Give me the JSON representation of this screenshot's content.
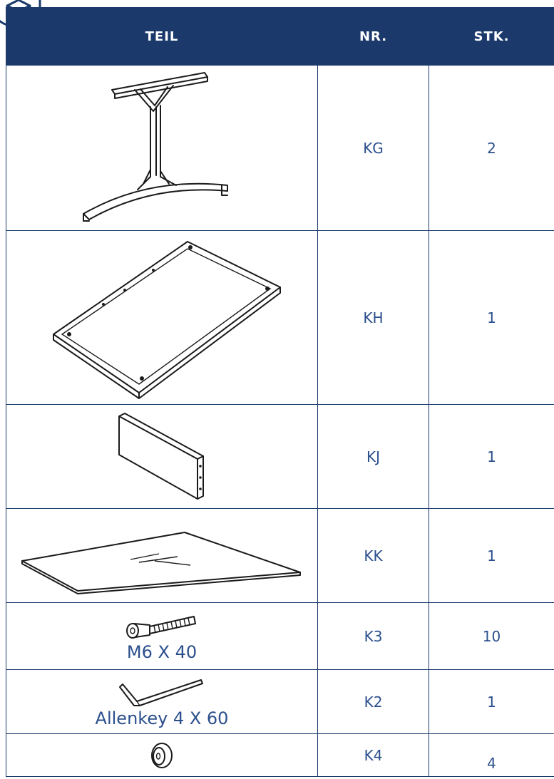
{
  "header": {
    "teil": "TEIL",
    "nr": "NR.",
    "stk": "STK."
  },
  "rows": [
    {
      "icon": "table-leg-frame-icon",
      "caption": "",
      "nr": "KG",
      "stk": "2"
    },
    {
      "icon": "rectangular-frame-icon",
      "caption": "",
      "nr": "KH",
      "stk": "1"
    },
    {
      "icon": "side-panel-icon",
      "caption": "",
      "nr": "KJ",
      "stk": "1"
    },
    {
      "icon": "glass-top-icon",
      "caption": "",
      "nr": "KK",
      "stk": "1"
    },
    {
      "icon": "bolt-icon",
      "caption": "M6 X 40",
      "nr": "K3",
      "stk": "10"
    },
    {
      "icon": "allen-key-icon",
      "caption": "Allenkey 4 X 60",
      "nr": "K2",
      "stk": "1"
    },
    {
      "icon": "round-cap-icon",
      "caption": "",
      "nr": "K4",
      "stk": "4"
    }
  ],
  "colors": {
    "header_bg": "#1b3a6b",
    "text": "#2b4f8c",
    "grid": "#1a3a6b"
  }
}
